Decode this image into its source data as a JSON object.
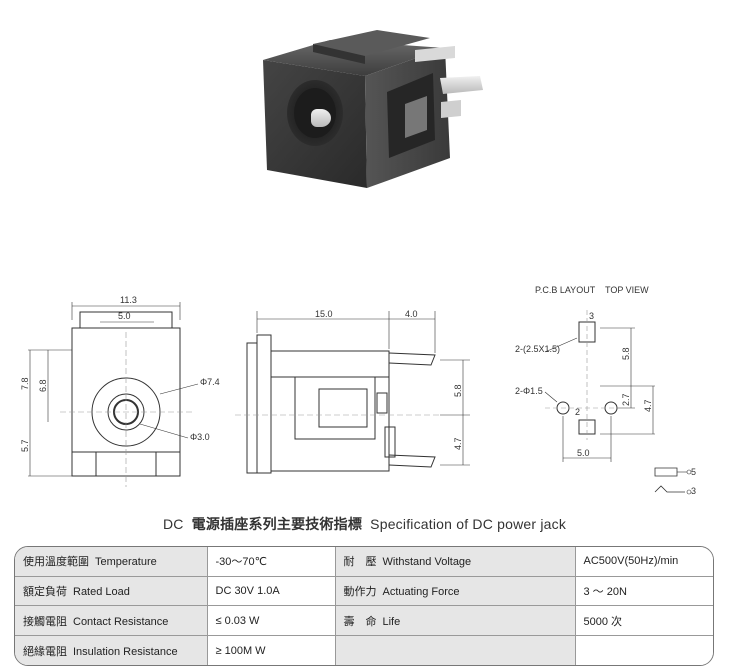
{
  "drawing": {
    "pcb_layout_label": "P.C.B LAYOUT",
    "top_view_label": "TOP VIEW",
    "front": {
      "dim_width": "11.3",
      "dim_inner": "5.0",
      "dim_height_upper": "7.8",
      "dim_height_inner": "6.8",
      "dim_height_lower": "5.7",
      "dia_outer": "Φ7.4",
      "dia_inner": "Φ3.0"
    },
    "side": {
      "dim_length": "15.0",
      "dim_pin": "4.0",
      "dim_upper": "5.8",
      "dim_lower": "4.7"
    },
    "pcb": {
      "pad3_label": "3",
      "pad_size": "2-(2.5X1.5)",
      "dim_vertical": "5.8",
      "hole_label": "2-Φ1.5",
      "pad2_label": "2",
      "dim_small": "2.7",
      "dim_right": "4.7",
      "dim_bottom": "5.0"
    },
    "legend": {
      "pin5": "5",
      "pin3": "3"
    }
  },
  "spec": {
    "title_prefix": "DC",
    "title_cn": "電源插座系列主要技術指標",
    "title_en": "Specification of DC power jack",
    "rows": [
      {
        "l_cn": "使用溫度範圍",
        "l_en": "Temperature",
        "l_val": "-30～70℃",
        "r_cn": "耐　壓",
        "r_en": "Withstand Voltage",
        "r_val": "AC500V(50Hz)/min"
      },
      {
        "l_cn": "額定負荷",
        "l_en": "Rated Load",
        "l_val": "DC  30V  1.0A",
        "r_cn": "動作力",
        "r_en": "Actuating Force",
        "r_val": "3 ～ 20N"
      },
      {
        "l_cn": "接觸電阻",
        "l_en": "Contact Resistance",
        "l_val": "≤ 0.03 W",
        "r_cn": "壽　命",
        "r_en": "Life",
        "r_val": "5000 次"
      },
      {
        "l_cn": "絕緣電阻",
        "l_en": "Insulation Resistance",
        "l_val": "≥ 100M W",
        "r_cn": "",
        "r_en": "",
        "r_val": ""
      }
    ]
  }
}
